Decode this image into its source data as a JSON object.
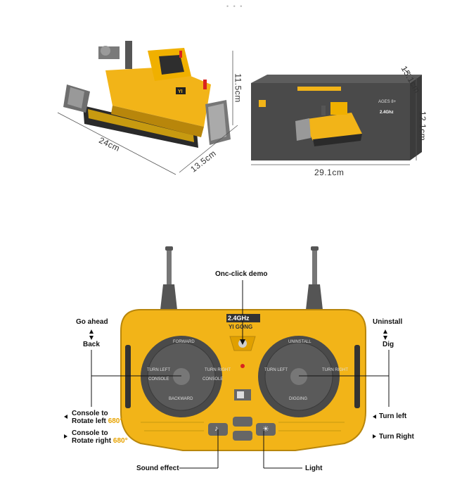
{
  "top_dots": "• • •",
  "bulldozer": {
    "dims": {
      "length": "24cm",
      "width": "13.5cm",
      "height": "11.5cm"
    },
    "blade_label": "YI"
  },
  "box": {
    "dims": {
      "width": "29.1cm",
      "height": "12.1cm",
      "depth": "15.1cm"
    },
    "ages": "AGES 8+",
    "freq": "2.4Ghz"
  },
  "remote": {
    "header_freq": "2.4GHz",
    "header_brand": "YI GONG",
    "left_stick": {
      "up": "FORWARD",
      "down": "BACKWARD",
      "left": "TURN LEFT",
      "right": "TURN RIGHT",
      "left_sub": "CONSOLE",
      "right_sub": "CONSOLE"
    },
    "right_stick": {
      "up": "UNINSTALL",
      "down": "DIGGING",
      "left": "TURN LEFT",
      "right": "TURN RIGHT"
    }
  },
  "callouts": {
    "demo": "Onc-click demo",
    "go_ahead": "Go ahead",
    "back": "Back",
    "uninstall": "Uninstall",
    "dig": "Dig",
    "console_left_a": "Console to",
    "console_left_b": "Rotate left",
    "console_left_deg": "680°",
    "console_right_a": "Console to",
    "console_right_b": "Rotate right",
    "console_right_deg": "680°",
    "turn_left": "Turn left",
    "turn_right": "Turn Right",
    "sound": "Sound effect",
    "light": "Light"
  },
  "colors": {
    "yellow": "#f2b418",
    "dark": "#3a3a3a",
    "accent": "#e8a300"
  }
}
